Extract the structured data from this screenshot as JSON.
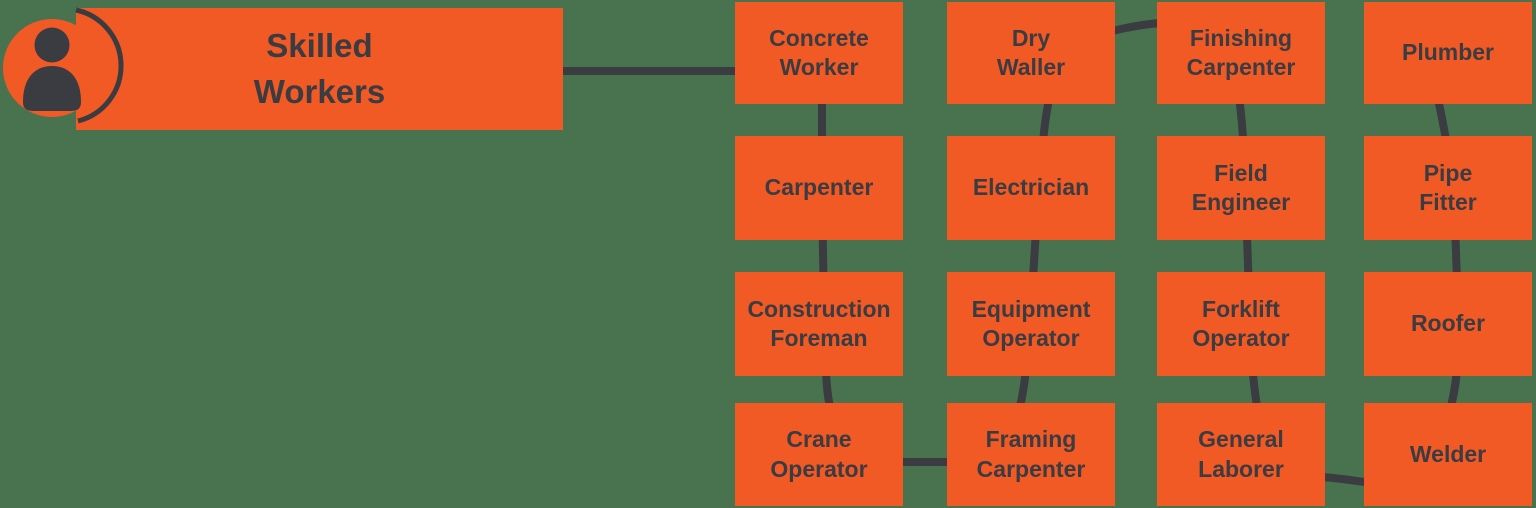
{
  "colors": {
    "background_green": "#49734F",
    "node_orange": "#F15A24",
    "connector_dark": "#3B3B42",
    "text_dark": "#3B3B42"
  },
  "header": {
    "title": "Skilled\nWorkers",
    "icon": "person-icon"
  },
  "grid": {
    "columns": [
      {
        "items": [
          "Concrete\nWorker",
          "Carpenter",
          "Construction\nForeman",
          "Crane\nOperator"
        ]
      },
      {
        "items": [
          "Dry\nWaller",
          "Electrician",
          "Equipment\nOperator",
          "Framing\nCarpenter"
        ]
      },
      {
        "items": [
          "Finishing\nCarpenter",
          "Field\nEngineer",
          "Forklift\nOperator",
          "General\nLaborer"
        ]
      },
      {
        "items": [
          "Plumber",
          "Pipe\nFitter",
          "Roofer",
          "Welder"
        ]
      }
    ]
  }
}
